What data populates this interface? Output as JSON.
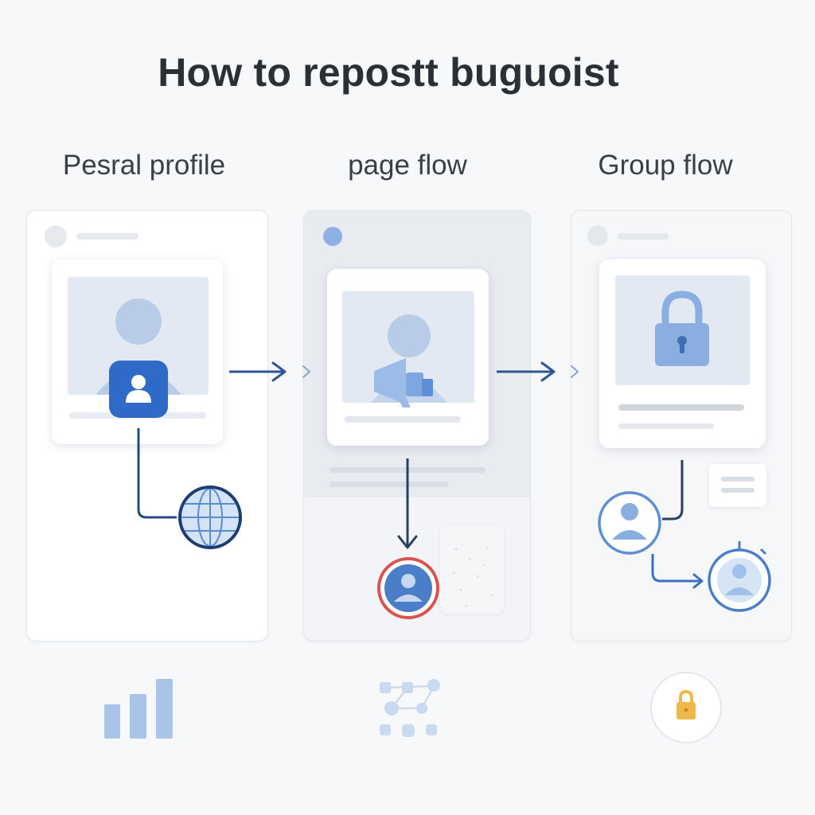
{
  "title": "How to repostt buguoist",
  "columns": [
    {
      "label": "Pesral profile",
      "icon": "person-badge-icon",
      "target_icon": "globe-icon",
      "footer_icon": "bar-chart-icon"
    },
    {
      "label": "page flow",
      "icon": "megaphone-icon",
      "target_icon": "avatar-icon",
      "footer_icon": "network-nodes-icon"
    },
    {
      "label": "Group flow",
      "icon": "lock-icon",
      "target_icon": "group-members-icon",
      "footer_icon": "lock-icon"
    }
  ],
  "colors": {
    "accent": "#2f6ac8",
    "line": "#244a8a",
    "soft_blue": "#c9d9ef",
    "red_ring": "#d9534f",
    "gold": "#eeb84a"
  }
}
